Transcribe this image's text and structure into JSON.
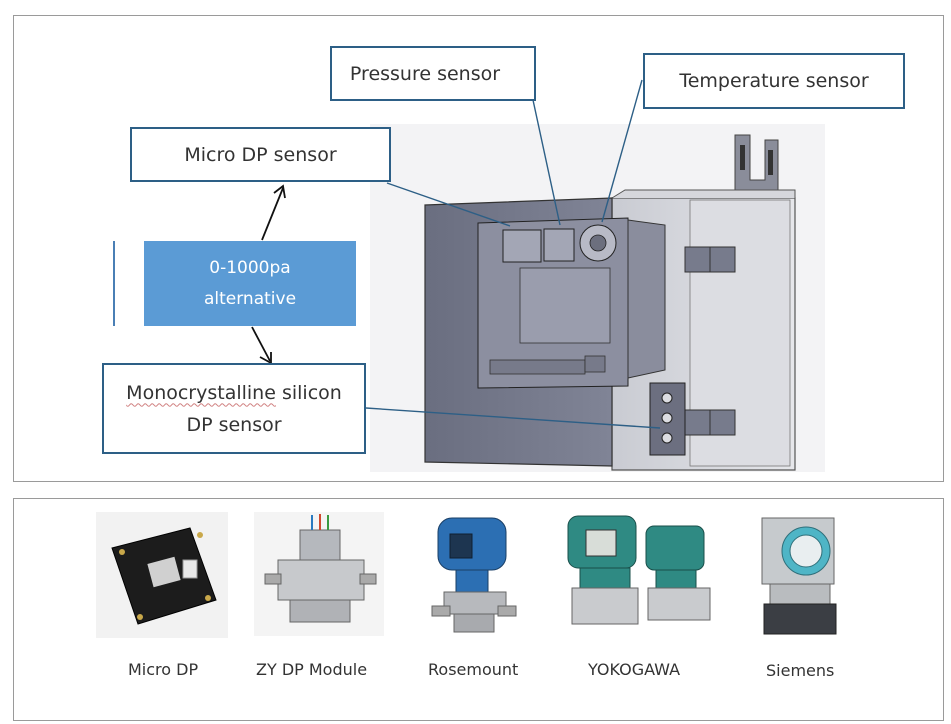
{
  "callouts": {
    "pressure": "Pressure sensor",
    "temperature": "Temperature sensor",
    "micro_dp": "Micro DP sensor",
    "monocrystalline_line1": "Monocrystalline",
    "monocrystalline_line1_rest": " silicon",
    "monocrystalline_line2": "DP sensor"
  },
  "range_box": {
    "line1": "0-1000pa",
    "line2": "alternative",
    "color": "#5b9bd5"
  },
  "products": [
    {
      "label": "Micro DP",
      "icon": "micro-dp-board-icon"
    },
    {
      "label": "ZY DP Module",
      "icon": "zy-dp-module-icon"
    },
    {
      "label": "Rosemount",
      "icon": "rosemount-transmitter-icon"
    },
    {
      "label": "YOKOGAWA",
      "icon": "yokogawa-transmitter-icon"
    },
    {
      "label": "Siemens",
      "icon": "siemens-transmitter-icon"
    }
  ],
  "colors": {
    "callout_border": "#2d5f86",
    "leader_line": "#2d5f86",
    "panel_border": "#9a9a9a"
  }
}
